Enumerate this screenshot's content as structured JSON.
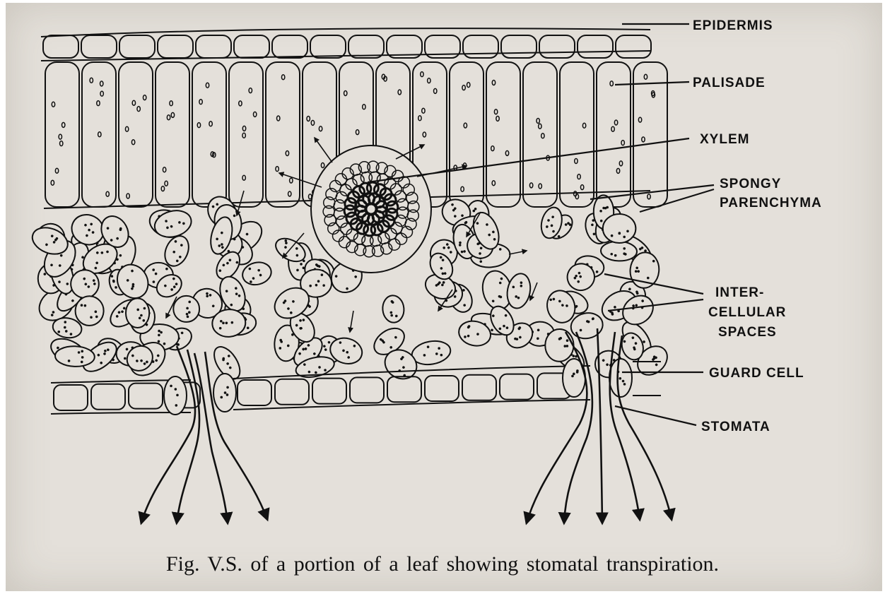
{
  "labels": {
    "epidermis": "EPIDERMIS",
    "palisade": "PALISADE",
    "xylem": "XYLEM",
    "spongy_1": "SPONGY",
    "spongy_2": "PARENCHYMA",
    "inter_1": "INTER-",
    "inter_2": "CELLULAR",
    "inter_3": "SPACES",
    "guard_cell": "GUARD CELL",
    "stomata": "STOMATA"
  },
  "caption": "Fig. V.S.  of a portion of a  leaf showing stomatal transpiration.",
  "colors": {
    "ink": "#111111",
    "paper": "#e4e0da"
  }
}
